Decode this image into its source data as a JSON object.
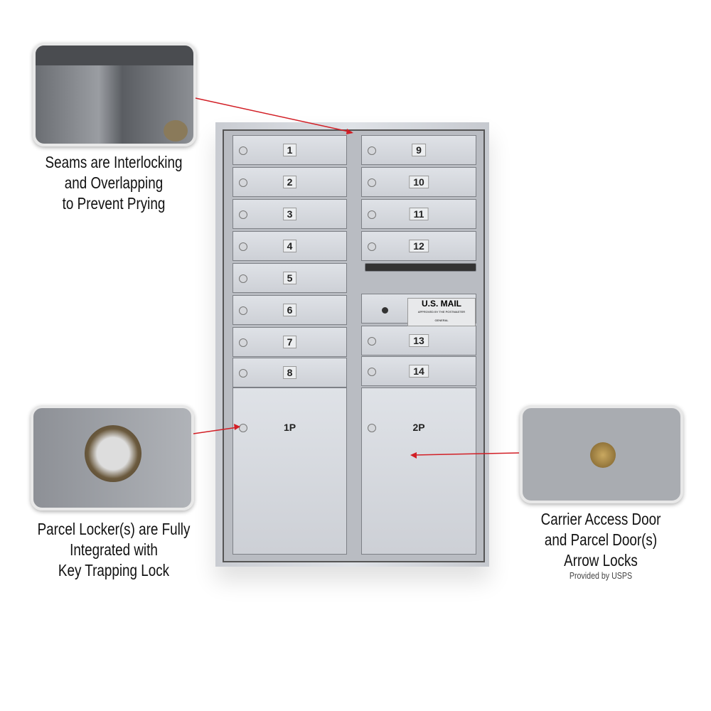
{
  "left_doors": [
    "1",
    "2",
    "3",
    "4",
    "5",
    "6",
    "7",
    "8"
  ],
  "right_doors_top": [
    "9",
    "10",
    "11",
    "12"
  ],
  "right_doors_bottom": [
    "13",
    "14"
  ],
  "parcel_doors": [
    "1P",
    "2P"
  ],
  "plate": {
    "title": "U.S. MAIL",
    "subtitle": "APPROVED BY THE POSTMASTER GENERAL"
  },
  "captions": {
    "seams": [
      "Seams are Interlocking",
      "and Overlapping",
      "to Prevent Prying"
    ],
    "parcel": [
      "Parcel Locker(s) are Fully",
      "Integrated with",
      "Key Trapping Lock"
    ],
    "carrier": [
      "Carrier Access Door",
      "and Parcel Door(s)",
      "Arrow Locks"
    ],
    "carrier_note": "Provided by USPS"
  },
  "colors": {
    "callout_line": "#d21f26",
    "frame": "#d6d9de"
  }
}
